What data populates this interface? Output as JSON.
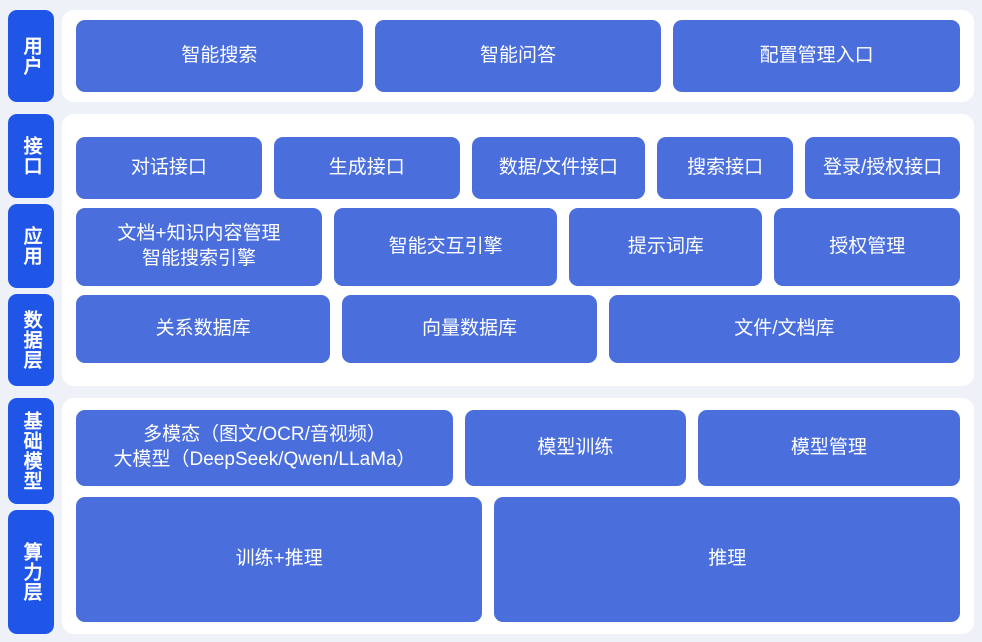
{
  "colors": {
    "page_background": "#eef2f8",
    "panel_background": "#ffffff",
    "tab_blue": "#1f56e8",
    "box_blue": "#4a6fdc",
    "text_white": "#ffffff"
  },
  "sections": {
    "user": {
      "tab_label": "用户",
      "boxes": [
        {
          "label": "智能搜索"
        },
        {
          "label": "智能问答"
        },
        {
          "label": "配置管理入口"
        }
      ]
    },
    "platform": {
      "tabs": {
        "api": "接口",
        "app": "应用",
        "data": "数据层"
      },
      "api_boxes": [
        {
          "label": "对话接口"
        },
        {
          "label": "生成接口"
        },
        {
          "label": "数据/文件接口"
        },
        {
          "label": "搜索接口"
        },
        {
          "label": "登录/授权接口"
        }
      ],
      "app_boxes": [
        {
          "line1": "文档+知识内容管理",
          "line2": "智能搜索引擎"
        },
        {
          "label": "智能交互引擎"
        },
        {
          "label": "提示词库"
        },
        {
          "label": "授权管理"
        }
      ],
      "data_boxes": [
        {
          "label": "关系数据库"
        },
        {
          "label": "向量数据库"
        },
        {
          "label": "文件/文档库"
        }
      ]
    },
    "infrastructure": {
      "tabs": {
        "model": "基础模型",
        "compute": "算力层"
      },
      "model_boxes": [
        {
          "line1": "多模态（图文/OCR/音视频）",
          "line2": "大模型（DeepSeek/Qwen/LLaMa）"
        },
        {
          "label": "模型训练"
        },
        {
          "label": "模型管理"
        }
      ],
      "compute_boxes": [
        {
          "label": "训练+推理"
        },
        {
          "label": "推理"
        }
      ]
    }
  }
}
